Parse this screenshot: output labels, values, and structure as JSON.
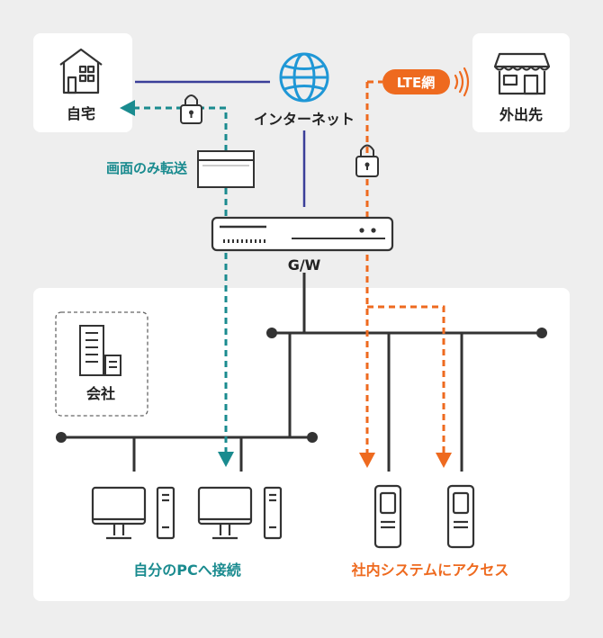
{
  "labels": {
    "home": "自宅",
    "internet": "インターネット",
    "remote_location": "外出先",
    "lte_badge": "LTE網",
    "screen_transfer_only": "画面のみ転送",
    "gateway": "G/W",
    "company": "会社",
    "connect_own_pc": "自分のPCへ接続",
    "access_internal_systems": "社内システムにアクセス"
  },
  "colors": {
    "background": "#eeeeee",
    "panel": "#ffffff",
    "teal": "#1a8b8f",
    "orange": "#ee6a1f",
    "navy": "#3b3f99",
    "globe": "#1f97d6",
    "line": "#333333"
  },
  "icons": {
    "home": "house-icon",
    "internet": "globe-icon",
    "remote_location": "shop-icon",
    "company": "office-building-icon",
    "gateway": "router-icon",
    "lock": "padlock-icon",
    "screen": "window-icon",
    "pc": "desktop-pc-icon",
    "server": "server-icon",
    "signal": "wireless-signal-icon"
  }
}
